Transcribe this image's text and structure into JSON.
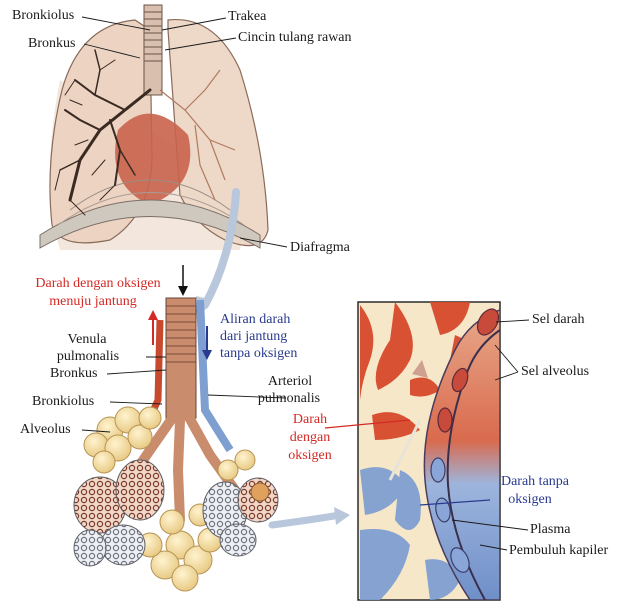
{
  "labels": {
    "bronkiolus_top": "Bronkiolus",
    "bronkus_top": "Bronkus",
    "trakea": "Trakea",
    "cincin": "Cincin tulang rawan",
    "diafragma": "Diafragma",
    "darah_oksigen_1": "Darah dengan oksigen",
    "darah_oksigen_2": "menuju jantung",
    "aliran_1": "Aliran darah",
    "aliran_2": "dari jantung",
    "aliran_3": "tanpa oksigen",
    "venula_1": "Venula",
    "venula_2": "pulmonalis",
    "bronkus_mid": "Bronkus",
    "arteriol_1": "Arteriol",
    "arteriol_2": "pulmonalis",
    "bronkiolus_mid": "Bronkiolus",
    "alveolus": "Alveolus",
    "sel_darah": "Sel darah",
    "sel_alveolus": "Sel alveolus",
    "darah_dengan_1": "Darah",
    "darah_dengan_2": "dengan",
    "darah_dengan_3": "oksigen",
    "tanpa_1": "Darah tanpa",
    "tanpa_2": "oksigen",
    "plasma": "Plasma",
    "pembuluh": "Pembuluh kapiler"
  },
  "colors": {
    "lung_fill": "#ecd3c2",
    "lung_inner": "#d9aa92",
    "heart": "#c9634c",
    "bronchi": "#3a2a22",
    "alveoli": "#f2dca0",
    "capillary": "#8a8f9a",
    "oxy_blood": "#d7492b",
    "deoxy_blood": "#7f9fd1",
    "label_red": "#d42a25",
    "label_blue": "#2a3b8f",
    "pointer_arrow": "#b8c7dc"
  }
}
